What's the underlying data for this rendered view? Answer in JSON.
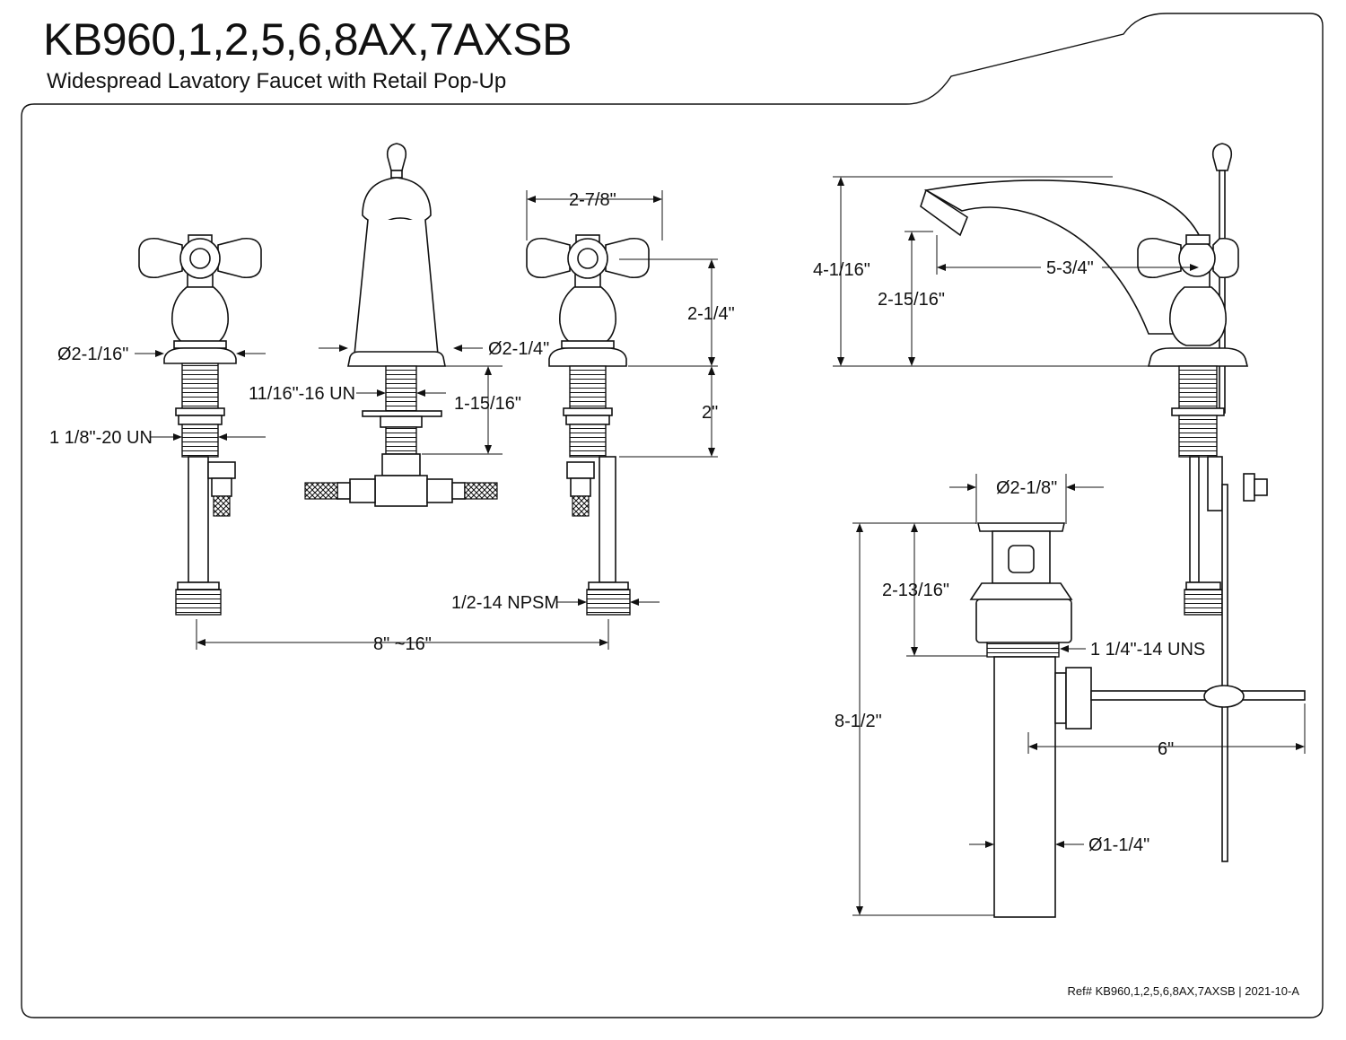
{
  "header": {
    "title": "KB960,1,2,5,6,8AX,7AXSB",
    "subtitle": "Widespread Lavatory Faucet with Retail Pop-Up"
  },
  "dimensions": {
    "handle_base_dia": "Ø2-1/16\"",
    "handle_thread": "1 1/8\"-20 UN",
    "spout_base_dia": "Ø2-1/4\"",
    "spout_thread": "11/16\"-16 UN",
    "spout_shank": "1-15/16\"",
    "handle_width": "2-7/8\"",
    "handle_height": "2-1/4\"",
    "shank_length": "2\"",
    "supply_thread": "1/2-14 NPSM",
    "spread": "8\" ~16\"",
    "overall_height": "4-1/16\"",
    "aerator_height": "2-15/16\"",
    "spout_reach": "5-3/4\"",
    "drain_flange_dia": "Ø2-1/8\"",
    "drain_flange_height": "2-13/16\"",
    "drain_thread": "1 1/4\"-14 UNS",
    "drain_length": "8-1/2\"",
    "pivot_rod": "6\"",
    "tailpiece_dia": "Ø1-1/4\""
  },
  "footer": {
    "reference": "Ref# KB960,1,2,5,6,8AX,7AXSB | 2021-10-A"
  }
}
